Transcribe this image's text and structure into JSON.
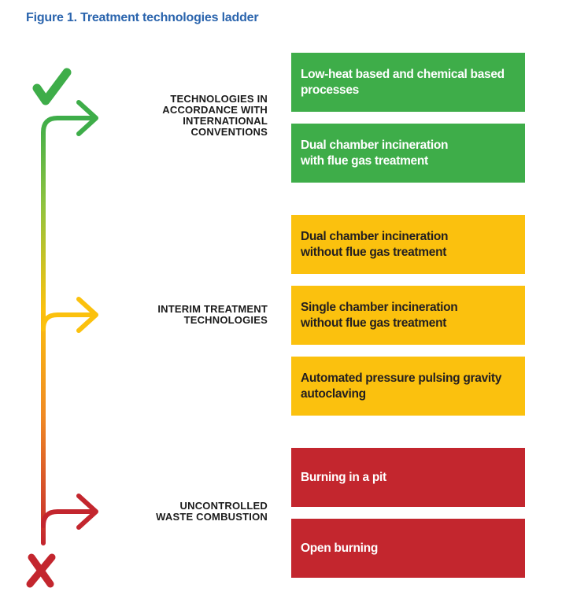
{
  "figure": {
    "title": "Figure 1. Treatment technologies ladder"
  },
  "colors": {
    "green": "#3ead49",
    "yellow": "#fbc10e",
    "red": "#c3262e",
    "title_blue": "#2a64ad"
  },
  "icons": {
    "top": "check-mark-icon",
    "bottom": "cross-mark-icon"
  },
  "tiers": [
    {
      "label_lines": [
        "TECHNOLOGIES IN",
        "ACCORDANCE WITH",
        "INTERNATIONAL",
        "CONVENTIONS"
      ],
      "color": "green",
      "items": [
        {
          "lines": [
            "Low-heat based and chemical based",
            "processes"
          ]
        },
        {
          "lines": [
            "Dual chamber incineration",
            "with flue gas treatment"
          ]
        }
      ]
    },
    {
      "label_lines": [
        "INTERIM TREATMENT",
        "TECHNOLOGIES"
      ],
      "color": "yellow",
      "items": [
        {
          "lines": [
            "Dual chamber incineration",
            "without flue gas treatment"
          ]
        },
        {
          "lines": [
            "Single chamber incineration",
            "without flue gas treatment"
          ]
        },
        {
          "lines": [
            "Automated pressure pulsing gravity",
            "autoclaving"
          ]
        }
      ]
    },
    {
      "label_lines": [
        "UNCONTROLLED",
        "WASTE COMBUSTION"
      ],
      "color": "red",
      "items": [
        {
          "lines": [
            "Burning in a pit"
          ]
        },
        {
          "lines": [
            "Open burning"
          ]
        }
      ]
    }
  ]
}
